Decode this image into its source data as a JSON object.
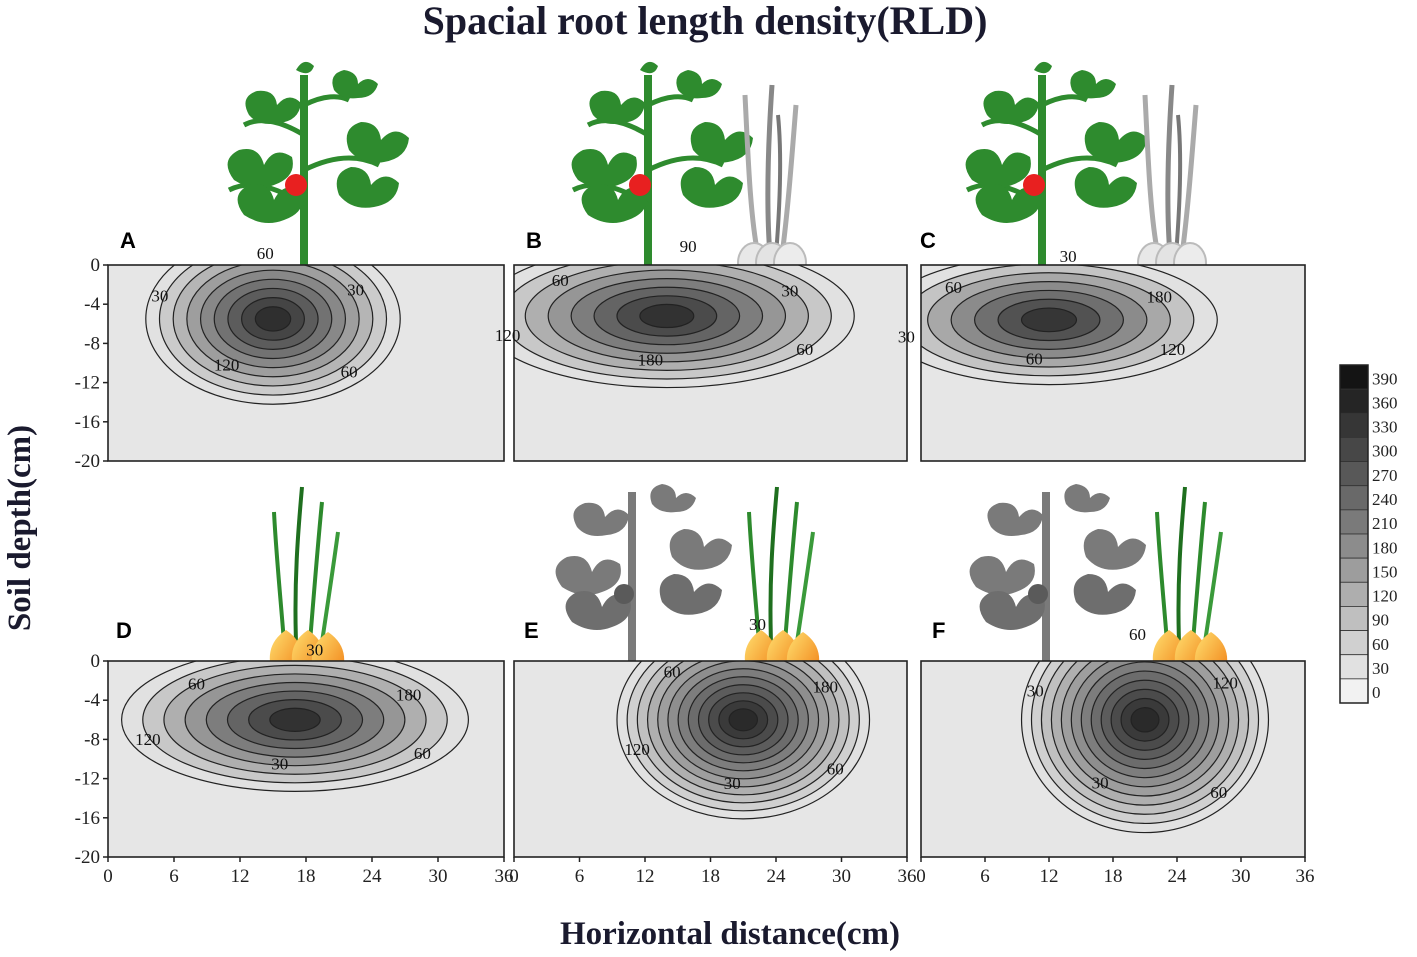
{
  "chart_data": {
    "type": "contour",
    "title": "Spacial root length density(RLD)",
    "xlabel": "Horizontal distance(cm)",
    "ylabel": "Soil depth(cm)",
    "xlim": [
      0,
      36
    ],
    "ylim": [
      -20,
      0
    ],
    "x_ticks": [
      "0",
      "6",
      "12",
      "18",
      "24",
      "30",
      "36"
    ],
    "y_ticks": [
      "0",
      "-4",
      "-8",
      "-12",
      "-16",
      "-20"
    ],
    "colorbar": {
      "levels": [
        "390",
        "360",
        "330",
        "300",
        "270",
        "240",
        "210",
        "180",
        "150",
        "120",
        "90",
        "60",
        "30",
        "0"
      ],
      "palette": "grayscale (light = low, dark = high)"
    },
    "panels": [
      {
        "id": "A",
        "contour_labels": [
          "30",
          "60",
          "120",
          "30",
          "60"
        ],
        "plants": "tomato"
      },
      {
        "id": "B",
        "contour_labels": [
          "30",
          "60",
          "180",
          "120",
          "60",
          "90"
        ],
        "plants": "tomato + garlic"
      },
      {
        "id": "C",
        "contour_labels": [
          "180",
          "120",
          "60",
          "30",
          "60",
          "30"
        ],
        "plants": "tomato + garlic"
      },
      {
        "id": "D",
        "contour_labels": [
          "180",
          "60",
          "30",
          "120",
          "60",
          "30"
        ],
        "plants": "onion"
      },
      {
        "id": "E",
        "contour_labels": [
          "180",
          "60",
          "30",
          "120",
          "60",
          "30"
        ],
        "plants": "tomato + onion"
      },
      {
        "id": "F",
        "contour_labels": [
          "120",
          "60",
          "30",
          "30",
          "60"
        ],
        "plants": "tomato + onion"
      }
    ]
  },
  "colors": {
    "title": "#1a1a2e",
    "panel_bg": "#e6e6e6",
    "tomato_leaf": "#2e8b2e",
    "tomato_fruit": "#e82020",
    "onion_bulb": "#f5a623",
    "gray_plant": "#7a7a7a"
  }
}
